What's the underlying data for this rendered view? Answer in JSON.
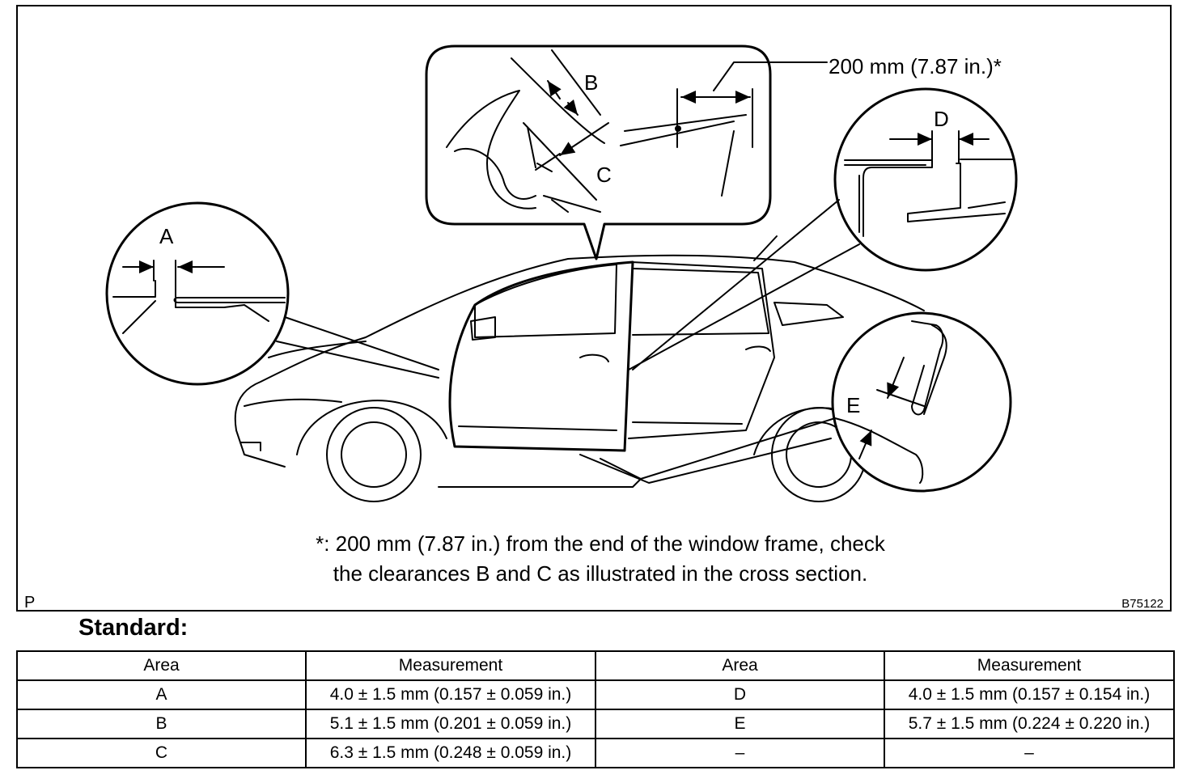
{
  "diagram": {
    "callouts": {
      "a": "A",
      "b": "B",
      "c": "C",
      "d": "D",
      "e": "E",
      "dim": "200 mm (7.87 in.)*"
    },
    "note_line1": "*: 200 mm (7.87 in.) from the end of the window frame, check",
    "note_line2": "the clearances B and C as illustrated in the cross section.",
    "corner_letter": "P",
    "figure_code": "B75122"
  },
  "standard": {
    "title": "Standard:",
    "headers": [
      "Area",
      "Measurement",
      "Area",
      "Measurement"
    ],
    "rows": [
      [
        "A",
        "4.0 ± 1.5 mm (0.157 ± 0.059 in.)",
        "D",
        "4.0 ± 1.5 mm (0.157 ± 0.154 in.)"
      ],
      [
        "B",
        "5.1 ± 1.5 mm (0.201 ± 0.059 in.)",
        "E",
        "5.7 ± 1.5 mm (0.224 ± 0.220 in.)"
      ],
      [
        "C",
        "6.3 ± 1.5 mm (0.248 ± 0.059 in.)",
        "–",
        "–"
      ]
    ]
  }
}
